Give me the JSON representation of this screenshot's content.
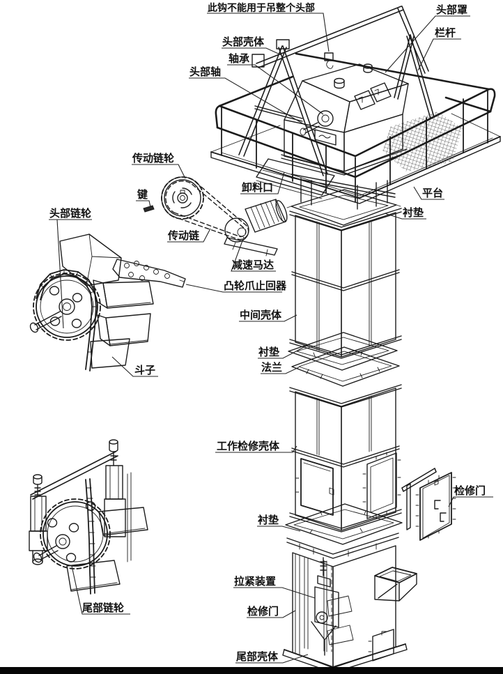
{
  "diagram": {
    "kind": "technical-line-drawing",
    "colors": {
      "ink": "#1c1c1c",
      "background": "#ffffff",
      "footer_bar": "#060606"
    },
    "labels": [
      {
        "id": "hook-warning",
        "text": "此钩不能用于吊整个头部"
      },
      {
        "id": "head-cover",
        "text": "头部罩"
      },
      {
        "id": "railing",
        "text": "栏杆"
      },
      {
        "id": "head-housing",
        "text": "头部壳体"
      },
      {
        "id": "bearing",
        "text": "轴承"
      },
      {
        "id": "head-shaft",
        "text": "头部轴"
      },
      {
        "id": "drive-sprocket",
        "text": "传动链轮"
      },
      {
        "id": "discharge-port",
        "text": "卸料口"
      },
      {
        "id": "platform",
        "text": "平台"
      },
      {
        "id": "key",
        "text": "键"
      },
      {
        "id": "liner-top",
        "text": "衬垫"
      },
      {
        "id": "head-chainwheel",
        "text": "头部链轮"
      },
      {
        "id": "drive-chain",
        "text": "传动链"
      },
      {
        "id": "gear-motor",
        "text": "减速马达"
      },
      {
        "id": "cam-pawl-backstop",
        "text": "凸轮爪止回器"
      },
      {
        "id": "middle-casing",
        "text": "中间壳体"
      },
      {
        "id": "liner-mid",
        "text": "衬垫"
      },
      {
        "id": "flange",
        "text": "法兰"
      },
      {
        "id": "bucket",
        "text": "斗子"
      },
      {
        "id": "work-inspection-casing",
        "text": "工作检修壳体"
      },
      {
        "id": "inspection-door-side",
        "text": "检修门"
      },
      {
        "id": "liner-bottom",
        "text": "衬垫"
      },
      {
        "id": "tensioning-device",
        "text": "拉紧装置"
      },
      {
        "id": "inspection-door-tail",
        "text": "检修门"
      },
      {
        "id": "tail-chainwheel",
        "text": "尾部链轮"
      },
      {
        "id": "tail-casing",
        "text": "尾部壳体"
      }
    ]
  }
}
